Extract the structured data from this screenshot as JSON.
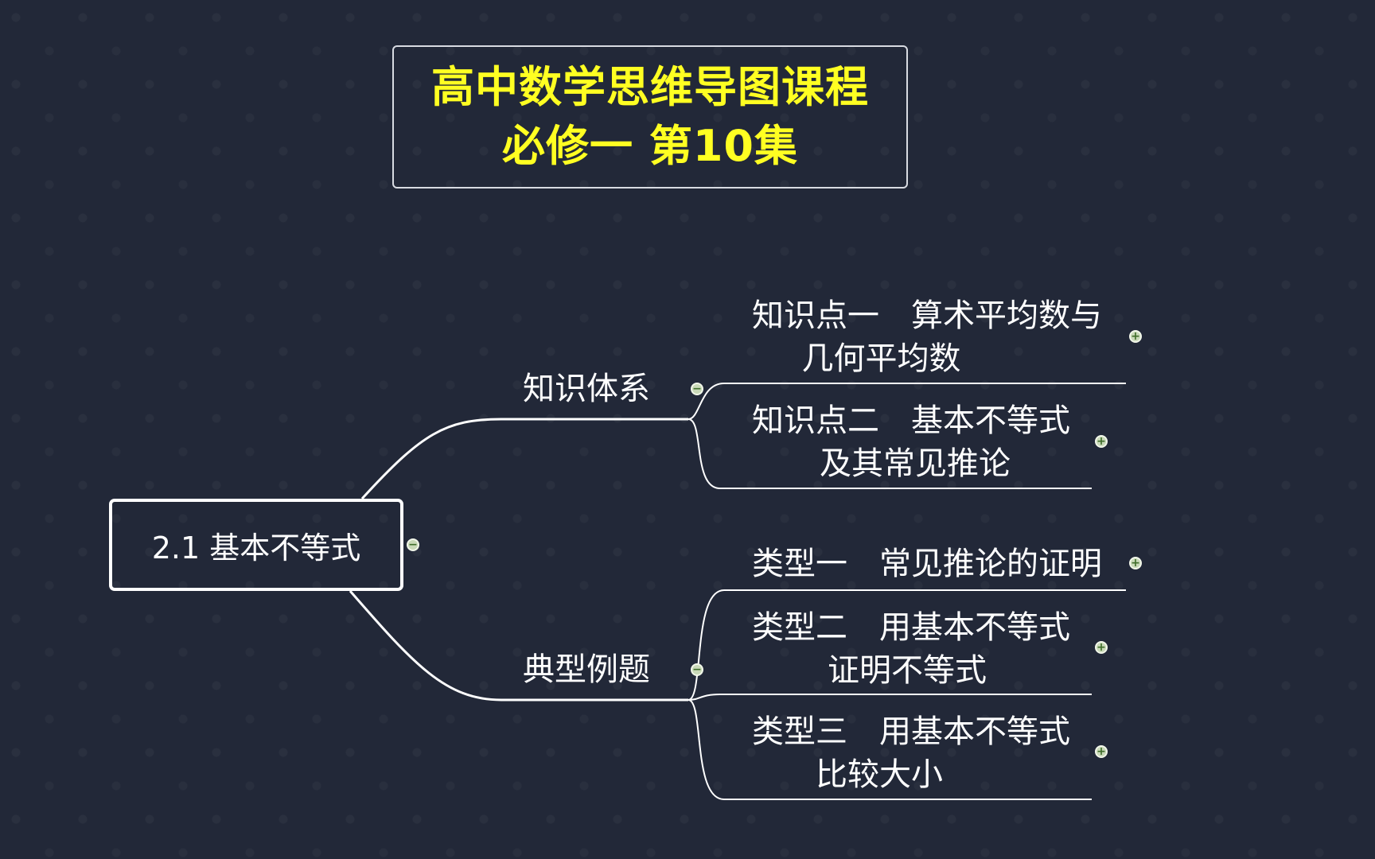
{
  "title": {
    "line1": "高中数学思维导图课程",
    "line2": "必修一 第10集"
  },
  "root": {
    "label": "2.1 基本不等式",
    "toggle": "−"
  },
  "branches": [
    {
      "label": "知识体系",
      "toggle": "−",
      "children": [
        {
          "line1": "知识点一　算术平均数与",
          "line2": "几何平均数",
          "toggle": "+"
        },
        {
          "line1": "知识点二　基本不等式",
          "line2": "及其常见推论",
          "toggle": "+"
        }
      ]
    },
    {
      "label": "典型例题",
      "toggle": "−",
      "children": [
        {
          "line1": "类型一　常见推论的证明",
          "line2": "",
          "toggle": "+"
        },
        {
          "line1": "类型二　用基本不等式",
          "line2": "证明不等式",
          "toggle": "+"
        },
        {
          "line1": "类型三　用基本不等式",
          "line2": "比较大小",
          "toggle": "+"
        }
      ]
    }
  ],
  "colors": {
    "background": "#222838",
    "title_text": "#ffff22",
    "node_text": "#ffffff",
    "connector": "#ffffff",
    "toggle_fill": "#c9d9b8"
  }
}
